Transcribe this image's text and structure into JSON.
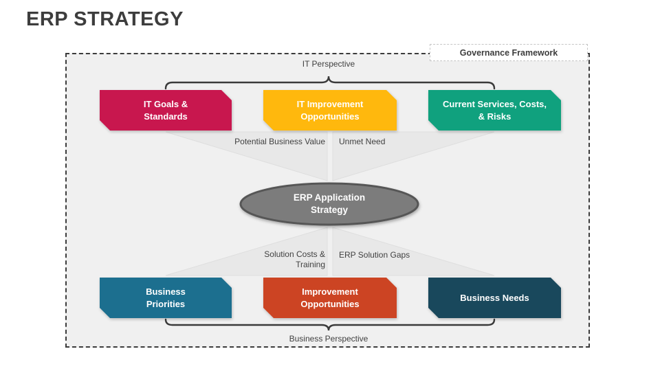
{
  "title": "ERP STRATEGY",
  "governance": {
    "label": "Governance Framework"
  },
  "top_section": {
    "perspective_label": "IT Perspective",
    "boxes": [
      {
        "label": "IT Goals &\nStandards",
        "color": "#C8174E"
      },
      {
        "label": "IT Improvement\nOpportunities",
        "color": "#FFB80D"
      },
      {
        "label": "Current Services, Costs,\n& Risks",
        "color": "#10A17E"
      }
    ],
    "flow_labels": [
      {
        "label": "Potential Business Value"
      },
      {
        "label": "Unmet Need"
      }
    ]
  },
  "center": {
    "label": "ERP Application\nStrategy",
    "fill": "#7C7C7C",
    "stroke": "#575757"
  },
  "bottom_section": {
    "flow_labels": [
      {
        "label": "Solution Costs &\nTraining"
      },
      {
        "label": "ERP Solution Gaps"
      }
    ],
    "boxes": [
      {
        "label": "Business\nPriorities",
        "color": "#1C6F8F"
      },
      {
        "label": "Improvement\nOpportunities",
        "color": "#CC4423"
      },
      {
        "label": "Business Needs",
        "color": "#19485C"
      }
    ],
    "perspective_label": "Business Perspective"
  }
}
